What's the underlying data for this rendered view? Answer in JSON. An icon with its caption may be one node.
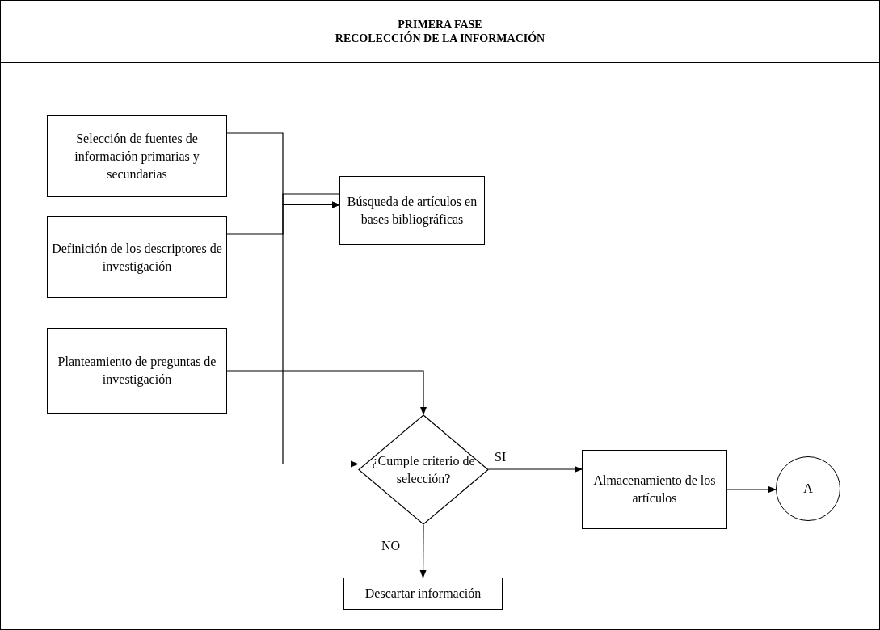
{
  "diagram": {
    "nodes": [
      {
        "text": [
          "PRIMERA FASE",
          "RECOLECCIÓN DE LA INFORMACIÓN"
        ]
      },
      {
        "text": [
          "Selección de fuentes de información primarias y secundarias"
        ]
      },
      {
        "text": [
          "Definición de los descriptores de investigación"
        ]
      },
      {
        "text": [
          "Búsqueda de artículos en bases bibliográficas"
        ]
      },
      {
        "text": [
          "Planteamiento de preguntas de investigación"
        ]
      },
      {
        "text": [
          "¿Cumple criterio de selección?"
        ]
      },
      {
        "text": [
          "Almacenamiento de los artículos"
        ]
      },
      {
        "text": [
          "A"
        ]
      },
      {
        "text": [
          "Descartar información"
        ]
      }
    ],
    "edges": [
      {
        "from": 1,
        "to": 3,
        "arrow": "to"
      },
      {
        "from": 2,
        "to": 3,
        "arrow": "to"
      },
      {
        "from": 3,
        "to": 5,
        "arrow": "to"
      },
      {
        "from": 4,
        "to": 5,
        "arrow": "to"
      },
      {
        "from": 5,
        "to": 6,
        "arrow": "to",
        "label": "SI"
      },
      {
        "from": 6,
        "to": 7,
        "arrow": "to"
      },
      {
        "from": 5,
        "to": 8,
        "arrow": "to",
        "label": "NO"
      }
    ]
  }
}
